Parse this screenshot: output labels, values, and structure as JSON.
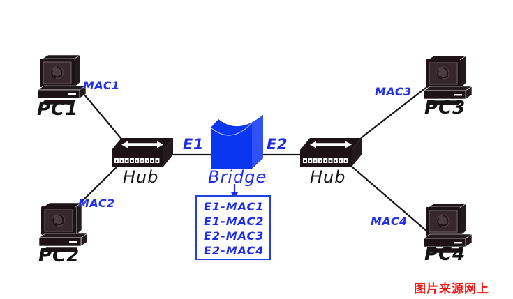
{
  "colors": {
    "blue_text": "#1d2bee",
    "bridge_blue": "#0b36f0",
    "bridge_side_blue": "#2e52f7",
    "device_black": "#1d1317",
    "line_black": "#151515",
    "note_red": "#fc1211"
  },
  "pcs": [
    {
      "id": "pc1",
      "label": "PC1",
      "mac": "MAC1"
    },
    {
      "id": "pc2",
      "label": "PC2",
      "mac": "MAC2"
    },
    {
      "id": "pc3",
      "label": "PC3",
      "mac": "MAC3"
    },
    {
      "id": "pc4",
      "label": "PC4",
      "mac": "MAC4"
    }
  ],
  "hubs": [
    {
      "id": "hub-left",
      "label": "Hub"
    },
    {
      "id": "hub-right",
      "label": "Hub"
    }
  ],
  "bridge": {
    "label": "Bridge",
    "left_port": "E1",
    "right_port": "E2"
  },
  "mac_table": {
    "rows": [
      "E1-MAC1",
      "E1-MAC2",
      "E2-MAC3",
      "E2-MAC4"
    ]
  },
  "note": {
    "text": "图片来源网上"
  }
}
